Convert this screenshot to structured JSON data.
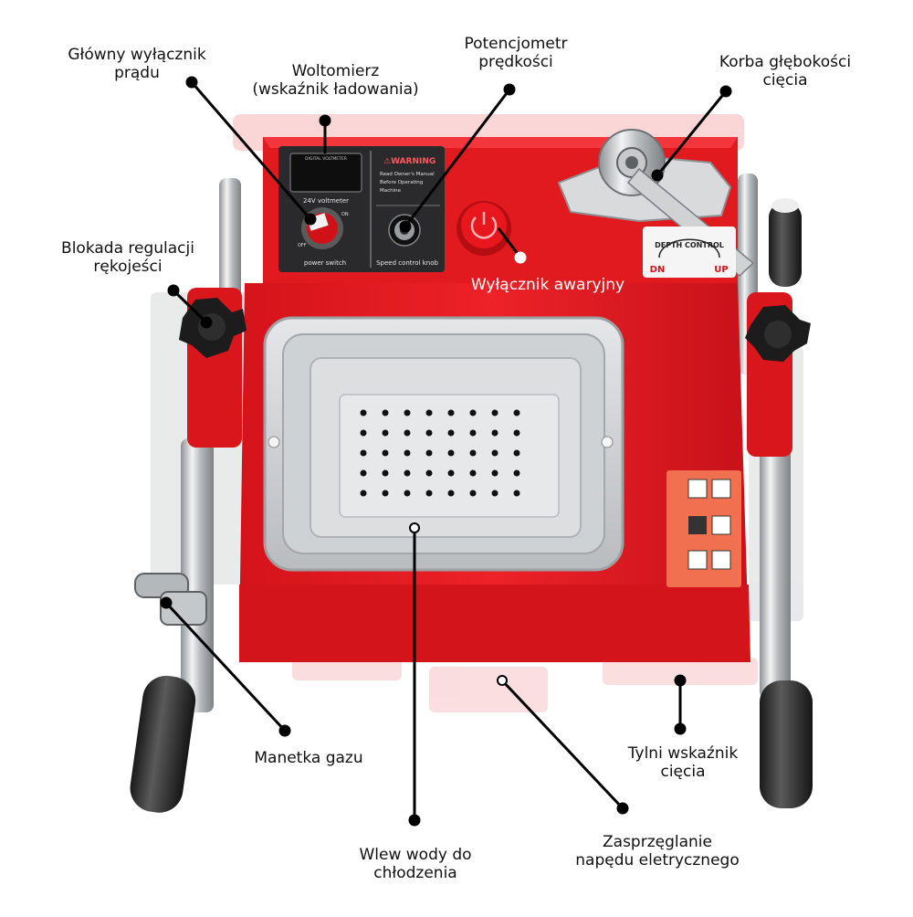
{
  "panel": {
    "voltmeter_title": "DIGITAL VOLTMETER",
    "voltmeter_label": "24V voltmeter",
    "power_switch_label": "power switch",
    "switch_on": "ON",
    "switch_off": "OFF",
    "warning_title": "⚠WARNING",
    "warning_text_1": "Read Owner's Manual",
    "warning_text_2": "Before Operating",
    "warning_text_3": "Machine",
    "speed_knob_label": "Speed control knob"
  },
  "depth_control": {
    "title": "DEPTH CONTROL",
    "dn": "DN",
    "up": "UP"
  },
  "callouts": {
    "main_switch": [
      "Główny wyłącznik",
      "prądu"
    ],
    "voltmeter": [
      "Woltomierz",
      "(wskaźnik ładowania)"
    ],
    "speed_pot": [
      "Potencjometr",
      "prędkości"
    ],
    "depth_crank": [
      "Korba głębokości",
      "cięcia"
    ],
    "handle_lock": [
      "Blokada regulacji",
      "rękojeści"
    ],
    "emergency_stop": "Wyłącznik awaryjny",
    "throttle": "Manetka gazu",
    "rear_indicator": [
      "Tylni wskaźnik",
      "cięcia"
    ],
    "water_inlet": [
      "Wlew wody do",
      "chłodzenia"
    ],
    "drive_clutch": [
      "Zasprzęglanie",
      "napędu eletrycznego"
    ]
  },
  "colors": {
    "body_red": "#e0161c",
    "body_dark_red": "#b80e12",
    "steel": "#c9cccf",
    "knob_black": "#1c1c1c",
    "leader": "#000000"
  }
}
